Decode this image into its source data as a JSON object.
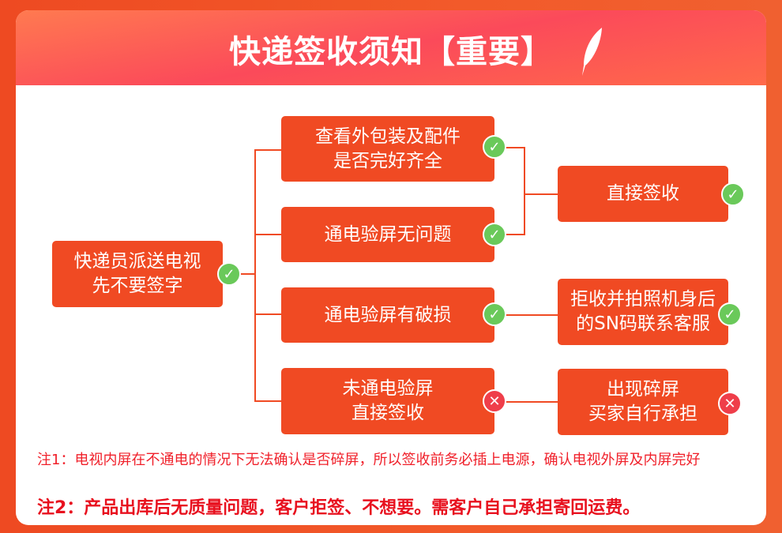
{
  "title": "快递签收须知【重要】",
  "nodes": {
    "start": "快递员派送电视\n先不要签字",
    "check_package": "查看外包装及配件\n是否完好齐全",
    "power_ok": "通电验屏无问题",
    "power_broken": "通电验屏有破损",
    "no_power": "未通电验屏\n直接签收",
    "sign": "直接签收",
    "reject": "拒收并拍照机身后\n的SN码联系客服",
    "buyer_bears": "出现碎屏\n买家自行承担"
  },
  "icons": {
    "ok": "check-icon",
    "no": "cross-icon"
  },
  "notes": {
    "note1": "注1：电视内屏在不通电的情况下无法确认是否碎屏，所以签收前务必插上电源，确认电视外屏及内屏完好",
    "note2": "注2：产品出库后无质量问题，客户拒签、不想要。需客户自己承担寄回运费。"
  },
  "colors": {
    "box": "#f04a23",
    "ok": "#6ac95a",
    "no": "#ef3e4a"
  }
}
